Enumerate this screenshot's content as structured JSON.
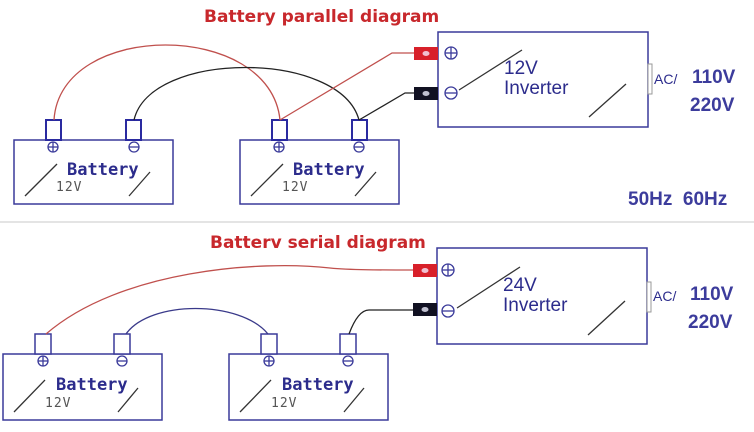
{
  "parallel": {
    "title": "Battery parallel diagram",
    "batteries": [
      {
        "label": "Battery",
        "voltage": "12V"
      },
      {
        "label": "Battery",
        "voltage": "12V"
      }
    ],
    "inverter": {
      "voltage": "12V",
      "label": "Inverter"
    },
    "ac_label": "AC/",
    "outputs": [
      "110V",
      "220V"
    ],
    "frequency": "50Hz  60Hz"
  },
  "serial": {
    "title": "Batterv serial diagram",
    "batteries": [
      {
        "label": "Battery",
        "voltage": "12V"
      },
      {
        "label": "Battery",
        "voltage": "12V"
      }
    ],
    "inverter": {
      "voltage": "24V",
      "label": "Inverter"
    },
    "ac_label": "AC/",
    "outputs": [
      "110V",
      "220V"
    ]
  },
  "colors": {
    "outline": "#3a3a9a",
    "positive_wire": "#c0504d",
    "negative_wire": "#222222",
    "serial_link_wire": "#3a3a8a",
    "title": "#c8282c",
    "positive_terminal": "#d8202a",
    "negative_terminal": "#111122"
  }
}
